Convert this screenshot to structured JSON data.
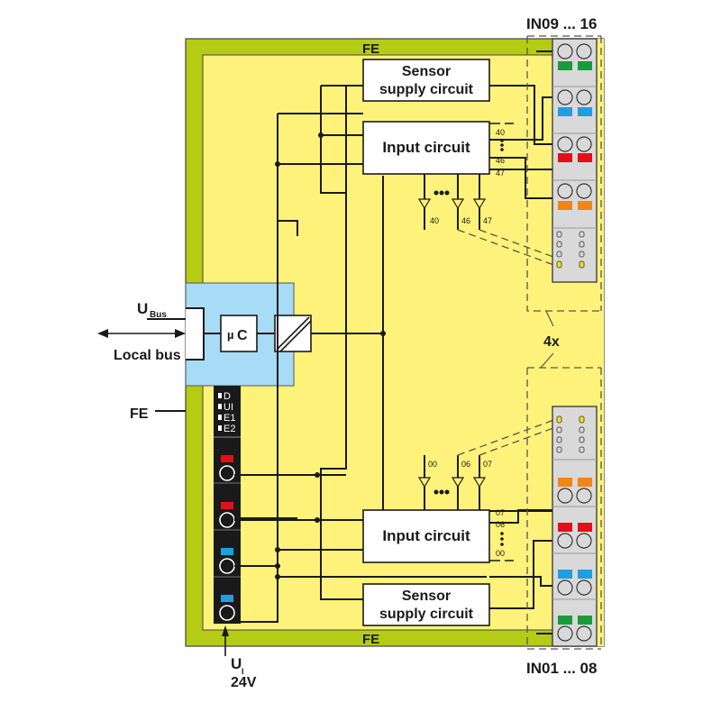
{
  "title": "Digital input module block diagram",
  "colors": {
    "fe_frame": "#b5cc14",
    "module_fill": "#fff27a",
    "bus_block": "#a8dbf5",
    "terminal_gray": "#d9d9d9",
    "connector_black": "#1a1a1a",
    "green": "#1a9a3a",
    "blue": "#1e9fe0",
    "red": "#e3101a",
    "orange": "#f08519",
    "led_yellow": "#f2e500"
  },
  "frame": {
    "fe_top": "FE",
    "fe_bottom": "FE",
    "fe_left": "FE"
  },
  "bus": {
    "u_bus": "U",
    "u_bus_sub": "Bus",
    "local_bus": "Local bus",
    "uc_prefix": "µ",
    "uc_label": "C"
  },
  "status_leds": [
    "D",
    "UI",
    "E1",
    "E2"
  ],
  "supply": {
    "u_label": "U",
    "u_sub": "I",
    "voltage": "24V"
  },
  "top_group": {
    "terminal_label": "IN09 ... 16",
    "sensor_supply": [
      "Sensor",
      "supply circuit"
    ],
    "input_circuit": "Input circuit",
    "lines": [
      "40",
      "46",
      "47"
    ],
    "leds": [
      "40",
      "46",
      "47"
    ]
  },
  "bottom_group": {
    "terminal_label": "IN01 ... 08",
    "sensor_supply": [
      "Sensor",
      "supply circuit"
    ],
    "input_circuit": "Input circuit",
    "lines": [
      "07",
      "06",
      "00"
    ],
    "leds": [
      "00",
      "06",
      "07"
    ]
  },
  "multiplier": "4x"
}
